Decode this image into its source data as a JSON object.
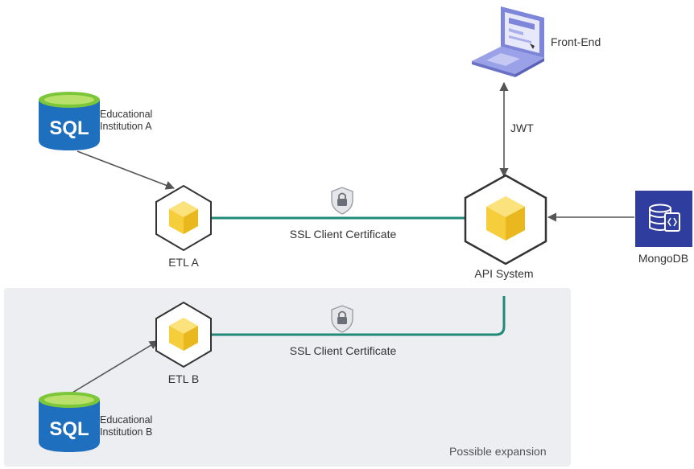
{
  "colors": {
    "ssl_line": "#1f8a78",
    "arrow": "#555555",
    "expansion_bg": "#edeef1",
    "sql_body": "#1f6fbf",
    "sql_top": "#7cc63a",
    "cube_yellow": "#f6cd3b",
    "mongo_bg": "#2e3d9e"
  },
  "nodes": {
    "sql_a": {
      "icon_text": "SQL",
      "label_line1": "Educational",
      "label_line2": "Institution A"
    },
    "sql_b": {
      "icon_text": "SQL",
      "label_line1": "Educational",
      "label_line2": "Institution B"
    },
    "etl_a": {
      "label": "ETL A"
    },
    "etl_b": {
      "label": "ETL B"
    },
    "api": {
      "label": "API System"
    },
    "frontend": {
      "label": "Front-End"
    },
    "mongodb": {
      "label": "MongoDB"
    }
  },
  "connections": {
    "jwt_label": "JWT",
    "ssl_a_label": "SSL Client Certificate",
    "ssl_b_label": "SSL Client Certificate"
  },
  "expansion": {
    "label": "Possible expansion"
  }
}
